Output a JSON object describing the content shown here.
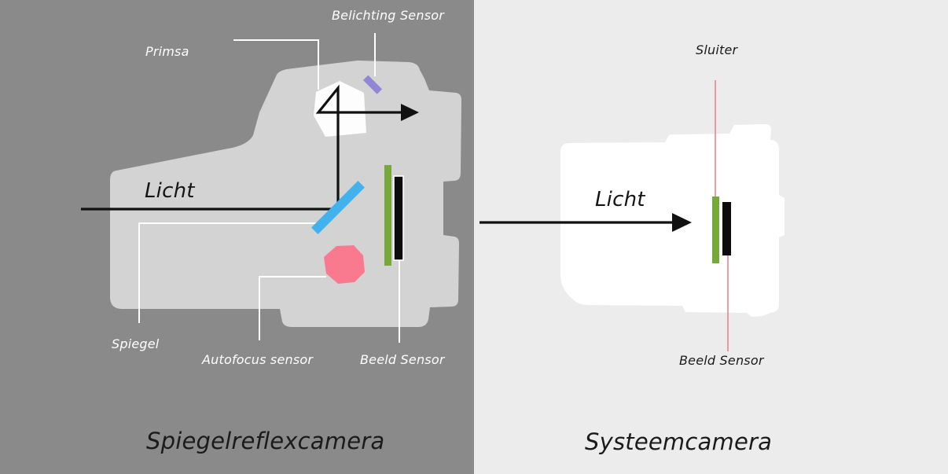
{
  "diagram": {
    "left": {
      "title": "Spiegelreflexcamera",
      "light_label": "Licht",
      "labels": {
        "belichting_sensor": "Belichting Sensor",
        "prisma": "Primsa",
        "spiegel": "Spiegel",
        "autofocus_sensor": "Autofocus sensor",
        "beeld_sensor": "Beeld Sensor"
      }
    },
    "right": {
      "title": "Systeemcamera",
      "light_label": "Licht",
      "labels": {
        "sluiter": "Sluiter",
        "beeld_sensor": "Beeld Sensor"
      }
    },
    "colors": {
      "left_background": "#8a8a8a",
      "left_camera_body": "#d3d3d3",
      "right_background": "#ececec",
      "right_camera_body": "#ffffff",
      "light_path": "#111111",
      "leader_line_white": "#ffffff",
      "leader_line_red": "#e8838b",
      "prism_white": "#fdfdfd",
      "mirror_blue": "#41b2ee",
      "shutter_green": "#77a93a",
      "image_sensor_black": "#0c0c0c",
      "autofocus_pink": "#f97a8e",
      "metering_purple": "#9186d6",
      "label_white": "#ffffff",
      "label_dark": "#1b1b1b"
    }
  }
}
